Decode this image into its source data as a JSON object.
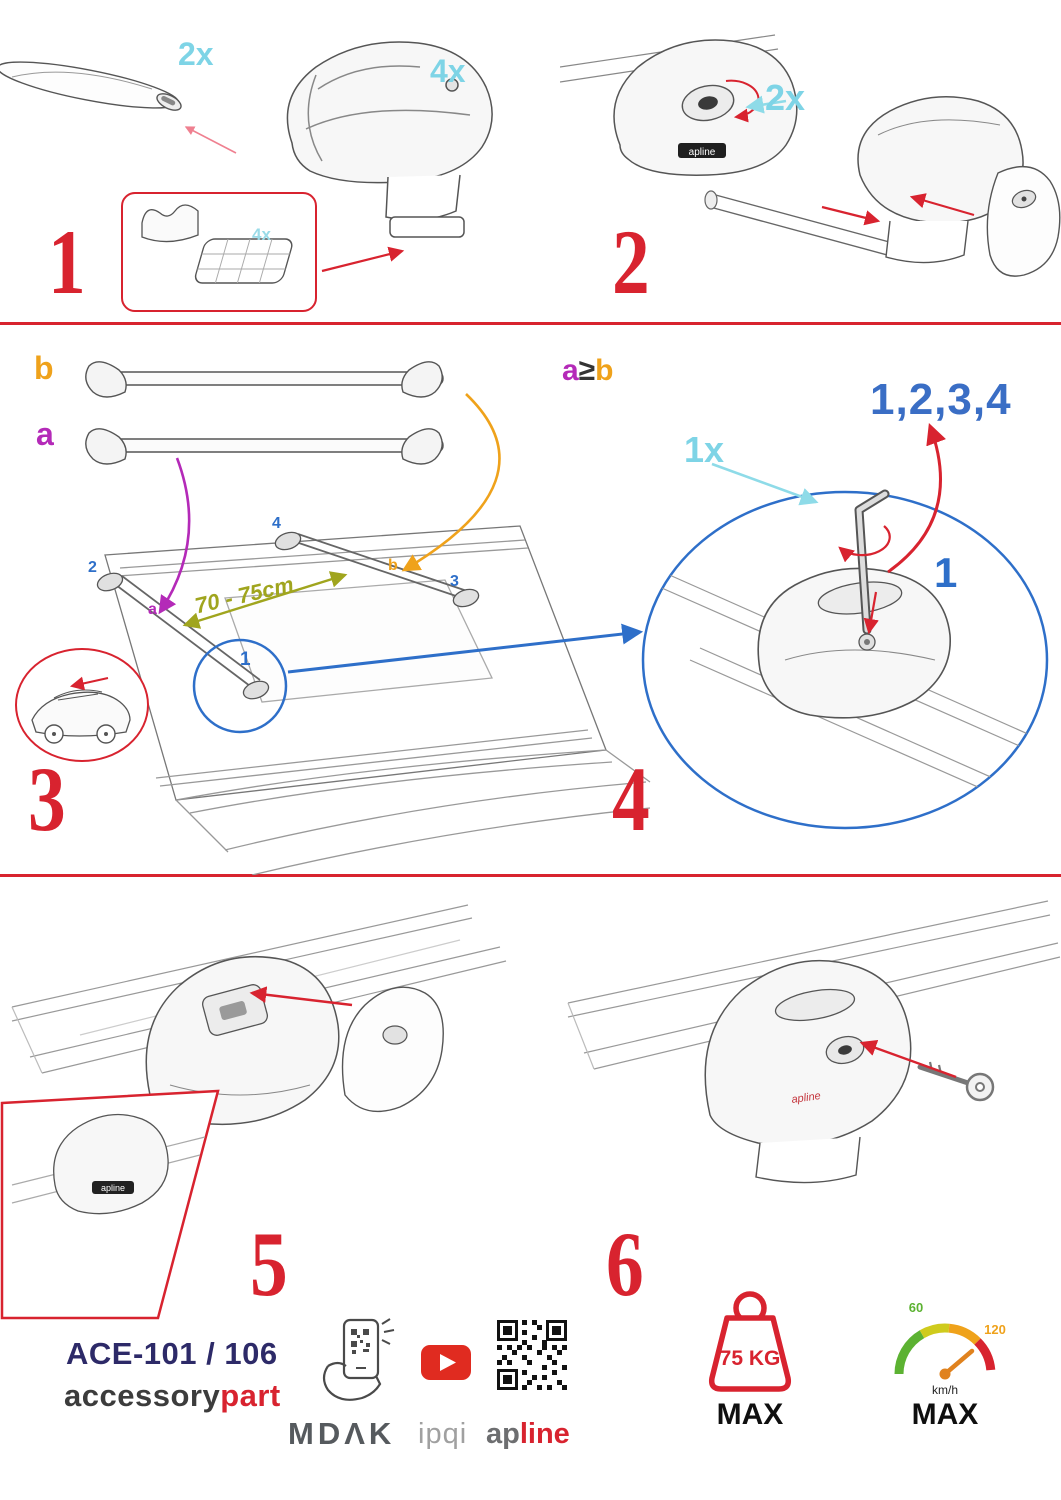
{
  "colors": {
    "red": "#d8232f",
    "cyan": "#7ed4e6",
    "blue": "#2e6fc9",
    "sequence_blue": "#3a6ec5",
    "magenta": "#b42ab8",
    "orange": "#efa21b",
    "olive": "#a0a51e",
    "navy": "#2d2a68"
  },
  "step1": {
    "number": "1",
    "bar_qty": "2x",
    "foot_qty": "4x",
    "pad_qty": "4x"
  },
  "step2": {
    "number": "2",
    "lock_qty": "2x"
  },
  "step3": {
    "number": "3",
    "bar_b_label": "b",
    "bar_a_label": "a",
    "distance": "70 - 75cm",
    "pos_1": "1",
    "pos_2": "2",
    "pos_3": "3",
    "pos_4": "4",
    "roof_a": "a",
    "roof_b": "b"
  },
  "step4": {
    "number": "4",
    "rule_a": "a",
    "rule_op": "≥",
    "rule_b": "b",
    "sequence": "1,2,3,4",
    "tool_qty": "1x",
    "tighten_ref": "1"
  },
  "step5": {
    "number": "5"
  },
  "step6": {
    "number": "6"
  },
  "brand_tag": "apline",
  "footer": {
    "model": "ACE-101 / 106",
    "brand_gray": "accessory",
    "brand_red": "part",
    "mdak": "MDΛK",
    "ipqi": "ipqi",
    "apline_gray": "ap",
    "apline_red": "line",
    "weight": "75 KG",
    "weight_max": "MAX",
    "speed_60": "60",
    "speed_120": "120",
    "speed_unit": "km/h",
    "speed_max": "MAX"
  }
}
